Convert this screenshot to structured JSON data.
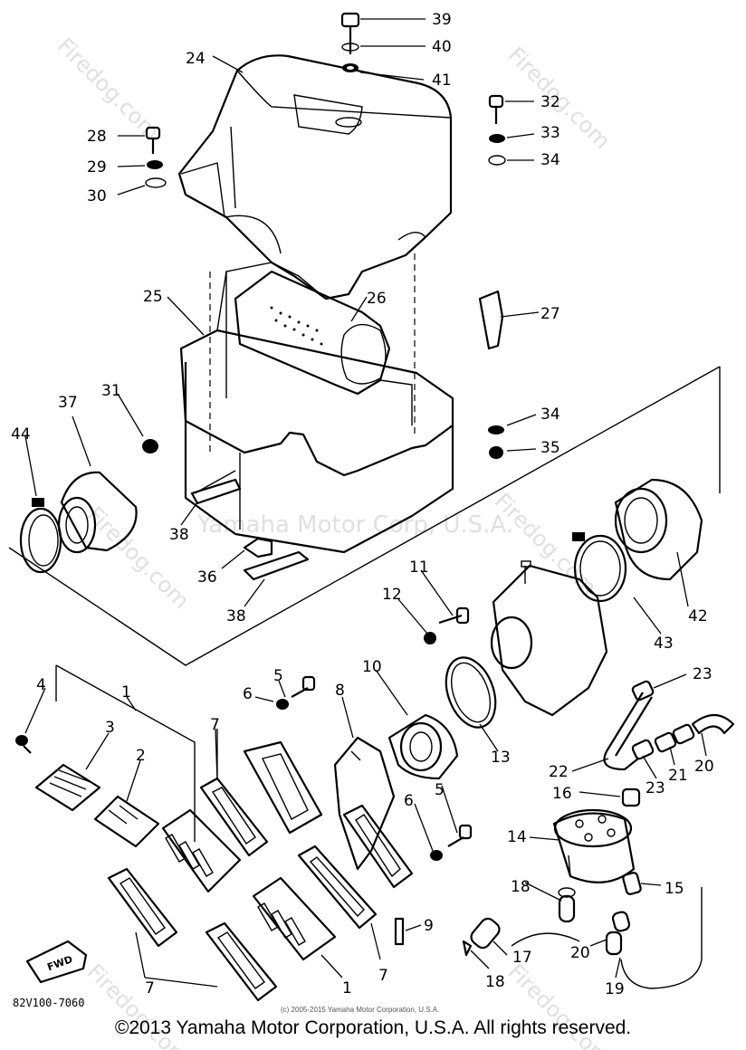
{
  "watermarks": {
    "main": "Yamaha Motor Corp, U.S.A.",
    "site": "Firedog.com"
  },
  "drawing_code": "82V100-7060",
  "small_copyright": "(c) 2005-2015 Yamaha Motor Corporation, U.S.A.",
  "copyright": "©2013 Yamaha Motor Corporation, U.S.A. All rights reserved.",
  "fwd_marker": "FWD",
  "labels": {
    "p39": "39",
    "p40": "40",
    "p41": "41",
    "p24": "24",
    "p32": "32",
    "p33": "33",
    "p34a": "34",
    "p28": "28",
    "p29": "29",
    "p30": "30",
    "p25": "25",
    "p26": "26",
    "p27": "27",
    "p31": "31",
    "p37": "37",
    "p44": "44",
    "p34b": "34",
    "p35": "35",
    "p38a": "38",
    "p36": "36",
    "p38b": "38",
    "p12": "12",
    "p11": "11",
    "p42": "42",
    "p43": "43",
    "p4": "4",
    "p1a": "1",
    "p3": "3",
    "p2": "2",
    "p5a": "5",
    "p6a": "6",
    "p7a": "7",
    "p8": "8",
    "p10": "10",
    "p13": "13",
    "p23a": "23",
    "p22": "22",
    "p23b": "23",
    "p21": "21",
    "p20a": "20",
    "p16": "16",
    "p14": "14",
    "p15": "15",
    "p6b": "6",
    "p5b": "5",
    "p9": "9",
    "p18a": "18",
    "p17": "17",
    "p18b": "18",
    "p20b": "20",
    "p19": "19",
    "p7b": "7",
    "p7c": "7",
    "p1b": "1"
  }
}
